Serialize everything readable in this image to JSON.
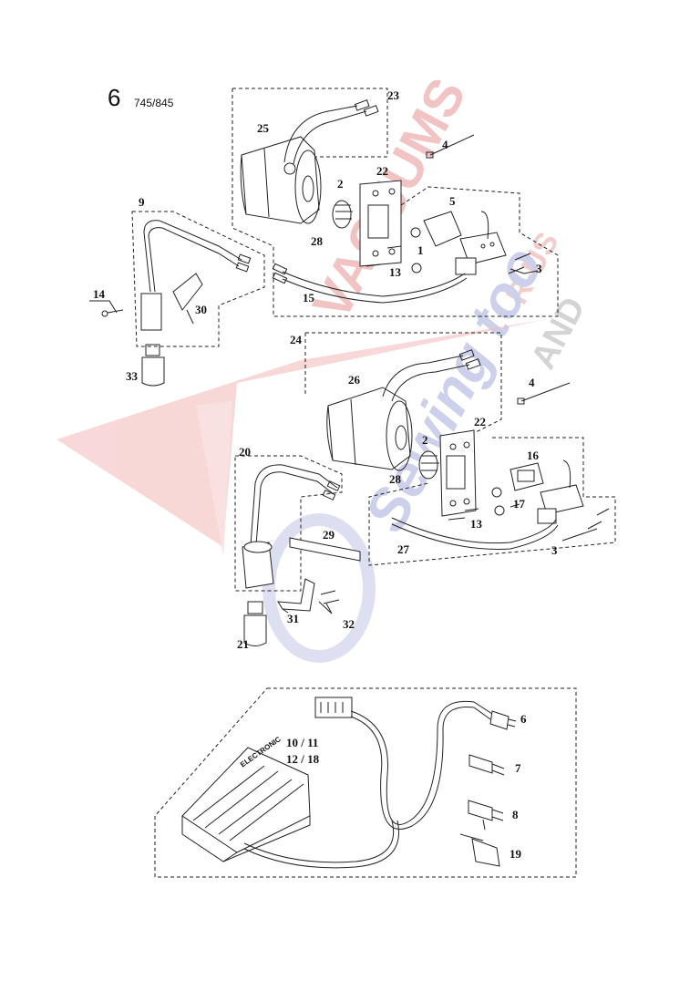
{
  "header": {
    "page_number": "6",
    "model": "745/845"
  },
  "callouts": {
    "c23": "23",
    "c25": "25",
    "c4a": "4",
    "c22a": "22",
    "c2a": "2",
    "c5": "5",
    "c9": "9",
    "c28a": "28",
    "c1": "1",
    "c13a": "13",
    "c3a": "3",
    "c15": "15",
    "c14": "14",
    "c30": "30",
    "c33": "33",
    "c24": "24",
    "c26": "26",
    "c4b": "4",
    "c22b": "22",
    "c2b": "2",
    "c16": "16",
    "c20": "20",
    "c28b": "28",
    "c17": "17",
    "c13b": "13",
    "c29": "29",
    "c27": "27",
    "c3b": "3",
    "c31": "31",
    "c32": "32",
    "c21": "21",
    "c6": "6",
    "c10_11": "10 / 11",
    "c12_18": "12 / 18",
    "c7": "7",
    "c8": "8",
    "c19": "19"
  },
  "pedal_label": "ELECTRONIC",
  "watermark": {
    "line1": "VACUUMS",
    "line2": "R-US",
    "line3": "AND",
    "line4": "Sewing too"
  },
  "colors": {
    "watermark_red": "#f3c2c2",
    "watermark_blue": "#c9cbe6",
    "watermark_gray": "#cfcfcf",
    "ink": "#111111"
  }
}
